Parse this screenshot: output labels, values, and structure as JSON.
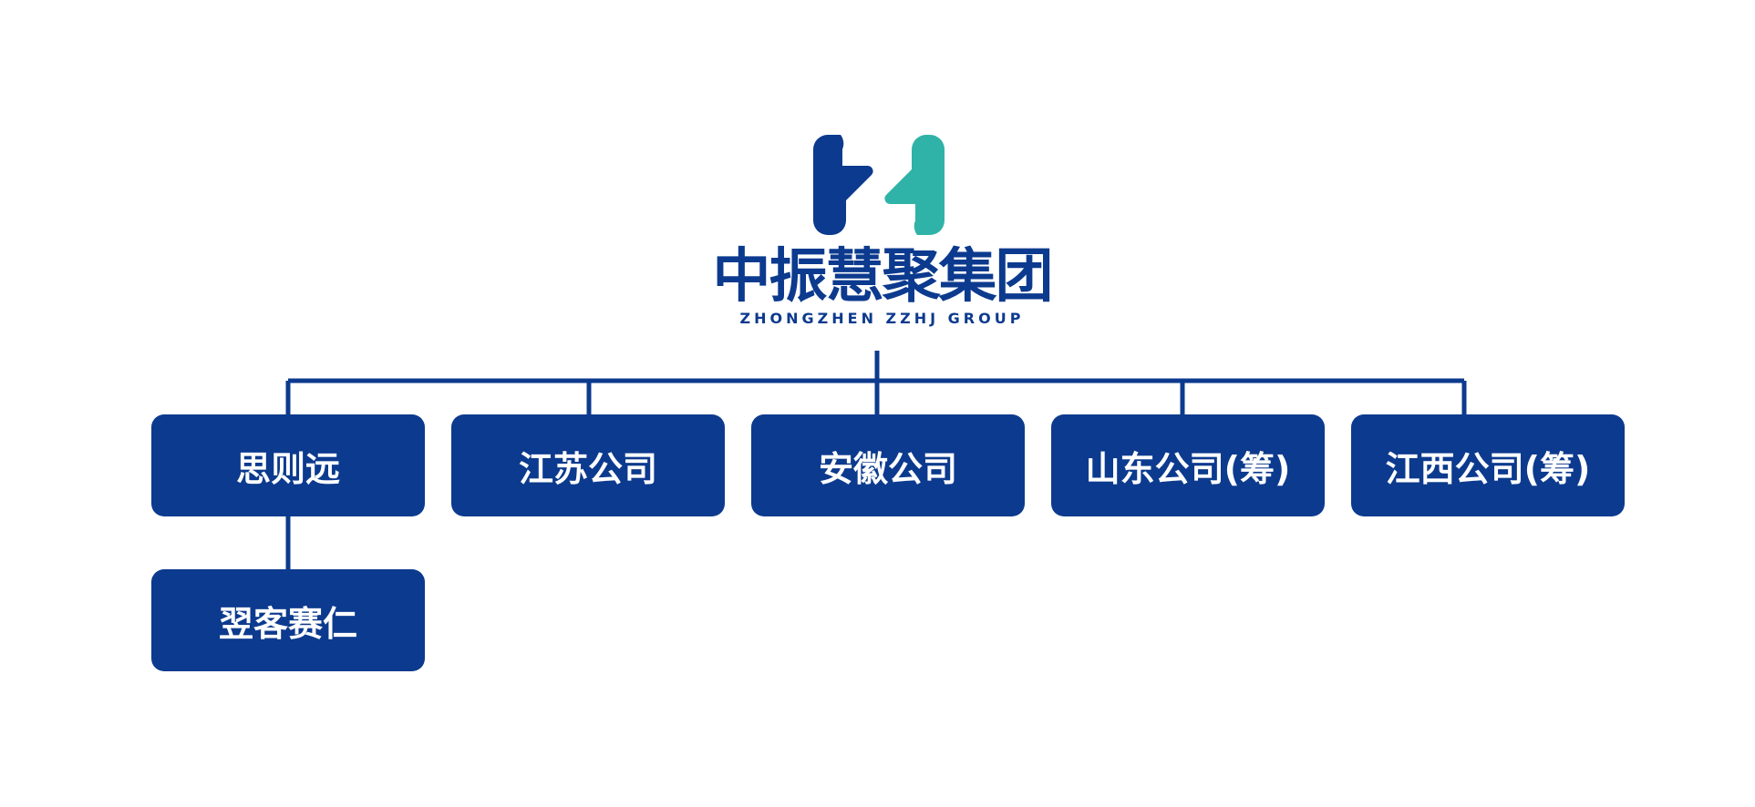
{
  "logo": {
    "name": "中振慧聚集团",
    "subtitle": "ZHONGZHEN ZZHJ GROUP",
    "colors": {
      "primary": "#0c3a8e",
      "accent": "#2fb3a8"
    }
  },
  "org": {
    "children": [
      {
        "label": "思则远",
        "children": [
          {
            "label": "翌客赛仁"
          }
        ]
      },
      {
        "label": "江苏公司"
      },
      {
        "label": "安徽公司"
      },
      {
        "label": "山东公司(筹)"
      },
      {
        "label": "江西公司(筹)"
      }
    ]
  },
  "colors": {
    "box_fill": "#0c3a8e",
    "box_text": "#ffffff",
    "line": "#0c3a8e"
  }
}
